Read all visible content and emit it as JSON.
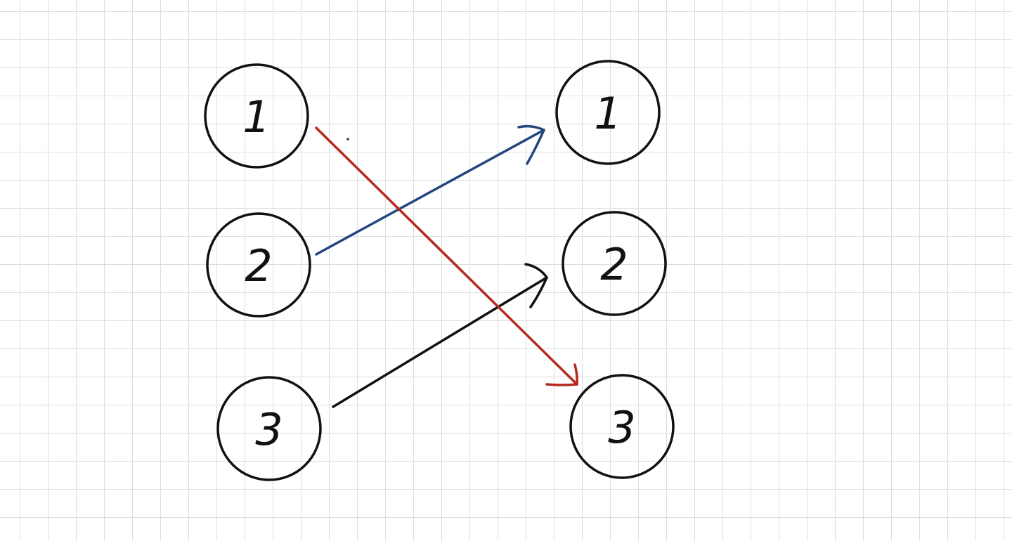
{
  "colors": {
    "background": "#ffffff",
    "grid": "#dcdde0",
    "node_stroke": "#111111",
    "arrow_red": "#b52a1e",
    "arrow_blue": "#24467f",
    "arrow_black": "#111111"
  },
  "left_nodes": [
    {
      "label": "1"
    },
    {
      "label": "2"
    },
    {
      "label": "3"
    }
  ],
  "right_nodes": [
    {
      "label": "1"
    },
    {
      "label": "2"
    },
    {
      "label": "3"
    }
  ],
  "edges": [
    {
      "from": "left-1",
      "to": "right-3",
      "color": "arrow_red"
    },
    {
      "from": "left-2",
      "to": "right-1",
      "color": "arrow_blue"
    },
    {
      "from": "left-3",
      "to": "right-2",
      "color": "arrow_black"
    }
  ]
}
